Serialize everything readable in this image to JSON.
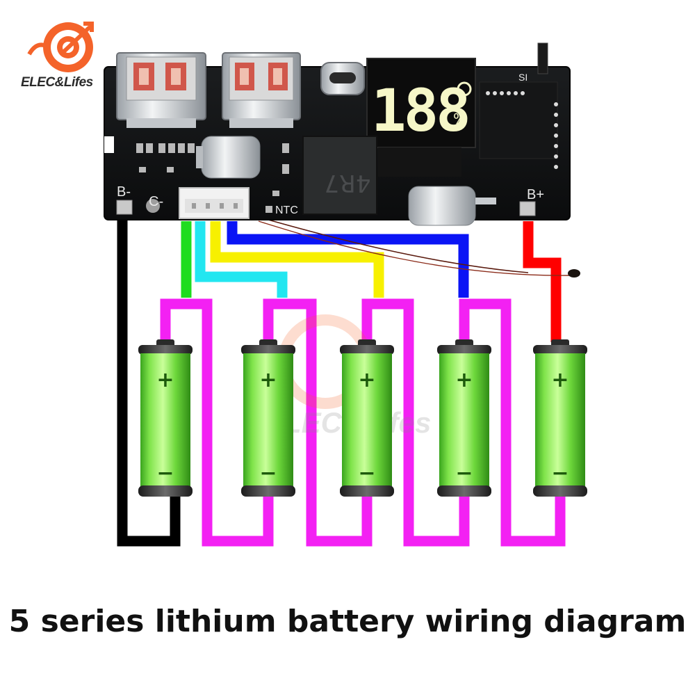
{
  "brand": {
    "name": "ELEC&Lifes",
    "watermark": "ELEC&Lifes"
  },
  "board": {
    "display_digits": "188",
    "display_percent": "%",
    "inductor_marking": "4R7",
    "silk_b_minus": "B-",
    "silk_c_minus": "C-",
    "silk_b_plus": "B+",
    "silk_ntc": "NTC",
    "silk_sw": "SI"
  },
  "battery": {
    "count": 5,
    "plus_symbol": "+",
    "minus_symbol": "−"
  },
  "wires": {
    "black": "#000000",
    "green": "#1fdc1f",
    "cyan": "#22e6f0",
    "yellow": "#f7f000",
    "blue": "#0a14f5",
    "red": "#ff0000",
    "magenta": "#f321f3"
  },
  "caption": "5 series lithium battery wiring diagram"
}
